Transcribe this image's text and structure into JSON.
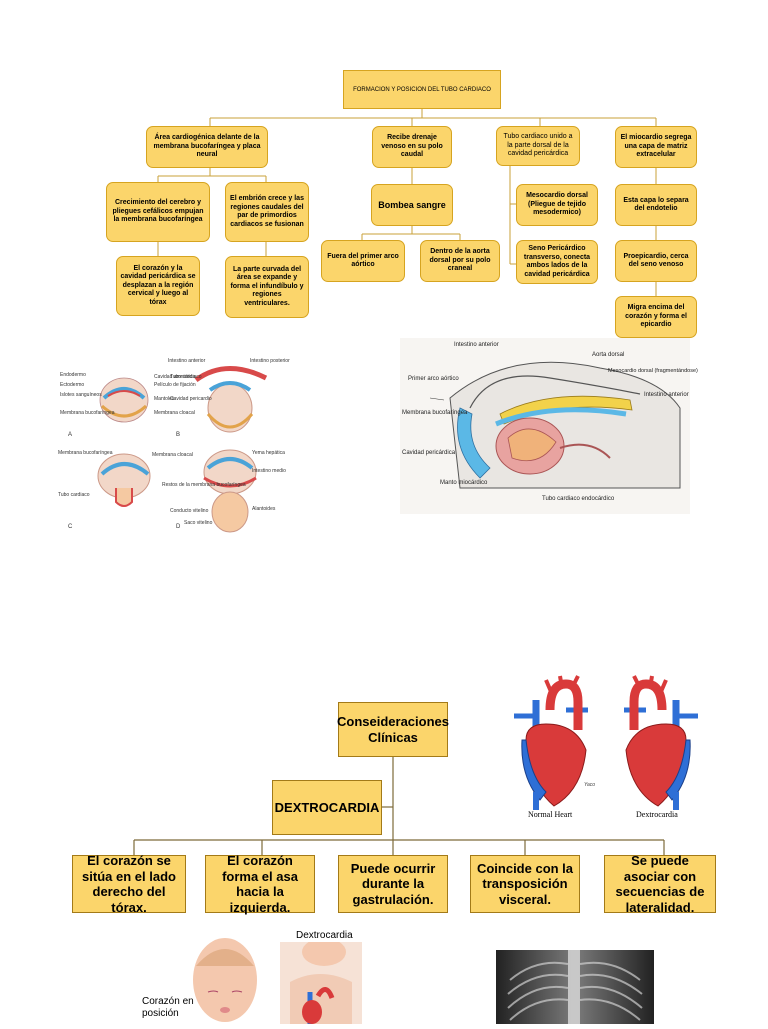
{
  "top_chart": {
    "title": "FORMACION Y POSICION DEL TUBO CARDIACO",
    "col1": {
      "head": "Área cardiogénica delante de la membrana bucofaríngea y placa neural",
      "left1": "Crecimiento del cerebro y pliegues cefálicos empujan la membrana bucofaríngea",
      "left2": "El corazón y la cavidad pericárdica se desplazan a la región cervical y luego al tórax",
      "right1": "El embrión crece y las regiones caudales del par de primordios cardiacos se fusionan",
      "right2": "La parte curvada del área se expande y forma el infundíbulo y regiones ventriculares."
    },
    "col2": {
      "head": "Recibe drenaje venoso en su polo caudal",
      "mid": "Bombea sangre",
      "left": "Fuera del primer arco aórtico",
      "right": "Dentro de la aorta dorsal por su polo craneal"
    },
    "col3": {
      "head": "Tubo cardiaco unido a la parte dorsal de la cavidad pericárdica",
      "b1": "Mesocardio dorsal (Pliegue de tejido mesodermico)",
      "b2": "Seno Pericárdico transverso, conecta ambos lados de la cavidad pericárdica"
    },
    "col4": {
      "head": "El miocardio segrega una capa de matriz extracelular",
      "b1": "Esta capa lo separa del endotelio",
      "b2": "Proepicardio, cerca del seno venoso",
      "b3": "Migra encima del corazón y forma el epicardio"
    }
  },
  "embryo_figure": {
    "labels_a": [
      "Endodermo",
      "Ectodermo",
      "Islotes sanguíneos",
      "Membrana bucofaríngea"
    ],
    "labels_a_right": [
      "Cavidad amniótica",
      "Películo de fijación",
      "Mantoles",
      "Membrana cloacal"
    ],
    "labels_b": [
      "Intestino anterior",
      "Tubo cardiaco",
      "Cavidad pericardio"
    ],
    "labels_b_right": [
      "Intestino posterior"
    ],
    "labels_c": [
      "Membrana bucofaríngea",
      "Tubo cardiaco"
    ],
    "labels_c_right": [
      "Membrana cloacal"
    ],
    "labels_d": [
      "Restos de la membrana bucofaríngea",
      "Conducto vitelino",
      "Saco vitelino"
    ],
    "labels_d_right": [
      "Yema hepática",
      "Intestino medio",
      "Alantoides"
    ],
    "letters": [
      "A",
      "B",
      "C",
      "D"
    ]
  },
  "section_figure": {
    "labels": [
      "Intestino anterior",
      "Aorta dorsal",
      "Mesocardio dorsal (fragmentándose)",
      "Primer arco aórtico",
      "Intestino anterior",
      "Membrana bucofaríngea",
      "Cavidad pericárdica",
      "Manto miocárdico",
      "Tubo cardiaco endocárdico"
    ]
  },
  "bottom_chart": {
    "title": "Conseideraciones Clínicas",
    "sub": "DEXTROCARDIA",
    "items": [
      "El corazón se sitúa en el lado derecho del tórax.",
      "El corazón forma el asa hacia la izquierda.",
      "Puede ocurrir durante la gastrulación.",
      "Coincide con la transposición visceral.",
      "Se puede asociar con secuencias de lateralidad."
    ]
  },
  "heart_figure": {
    "normal": "Normal Heart",
    "dextro": "Dextrocardia",
    "sig": "Yaco"
  },
  "baby_figure": {
    "label_dextro": "Dextrocardia",
    "label_normal": "Corazón en posición"
  },
  "colors": {
    "box_fill": "#fbd56b",
    "box_border": "#d6a420",
    "artery_red": "#d93a3a",
    "vein_blue": "#2e6fd6",
    "pink": "#e8a3a0"
  }
}
